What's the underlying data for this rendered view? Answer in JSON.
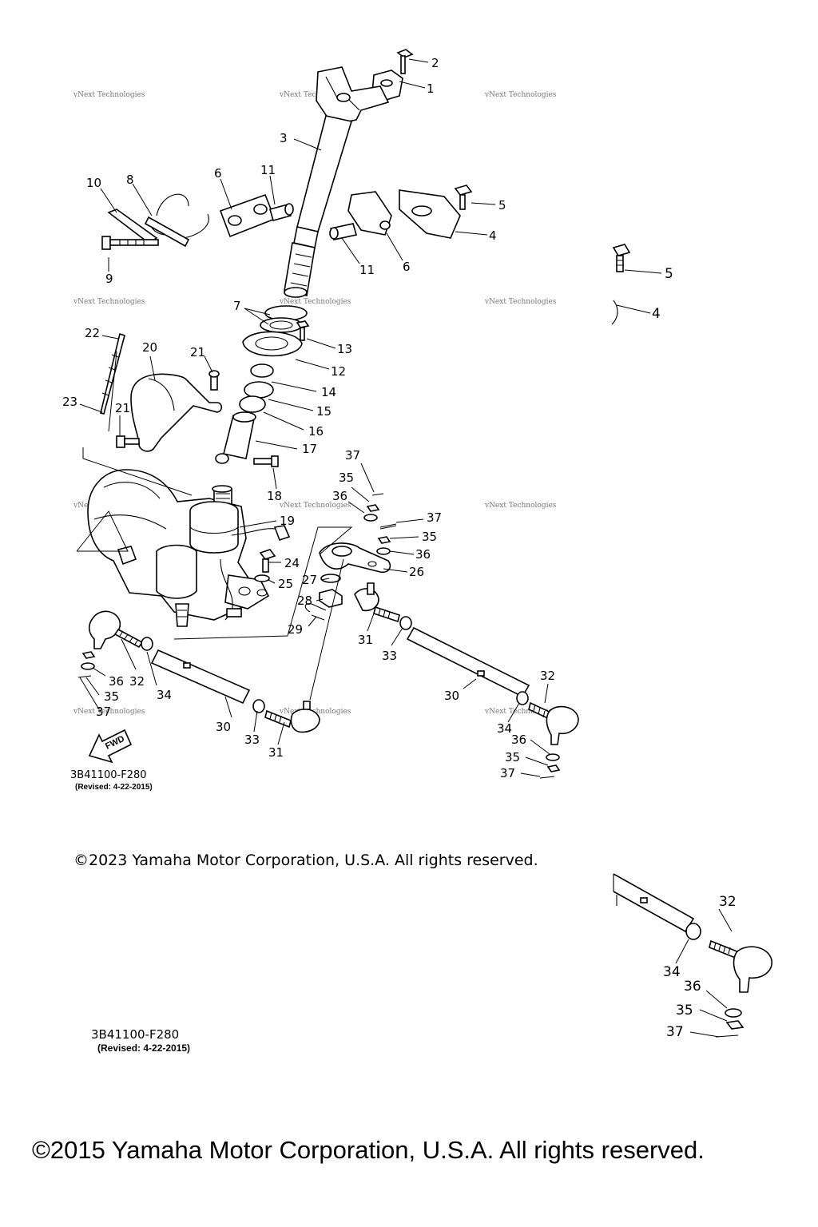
{
  "watermark": "vNext Technologies",
  "fwd_label": "FWD",
  "drawing_code": "3B41100-F280",
  "revision": "(Revised: 4-22-2015)",
  "copyright_2023": "©2023 Yamaha Motor Corporation, U.S.A. All rights reserved.",
  "copyright_2015": "©2015 Yamaha Motor Corporation, U.S.A. All rights reserved.",
  "callouts": [
    "2",
    "1",
    "3",
    "10",
    "8",
    "6",
    "11",
    "5",
    "4",
    "9",
    "11",
    "6",
    "5",
    "4",
    "7",
    "13",
    "22",
    "20",
    "21",
    "12",
    "14",
    "23",
    "21",
    "15",
    "16",
    "17",
    "37",
    "35",
    "18",
    "36",
    "37",
    "19",
    "35",
    "36",
    "24",
    "26",
    "25",
    "27",
    "28",
    "29",
    "31",
    "33",
    "36",
    "32",
    "34",
    "35",
    "37",
    "32",
    "30",
    "34",
    "30",
    "33",
    "31",
    "36",
    "35",
    "37"
  ],
  "inset_callouts": [
    "32",
    "34",
    "36",
    "35",
    "37"
  ]
}
